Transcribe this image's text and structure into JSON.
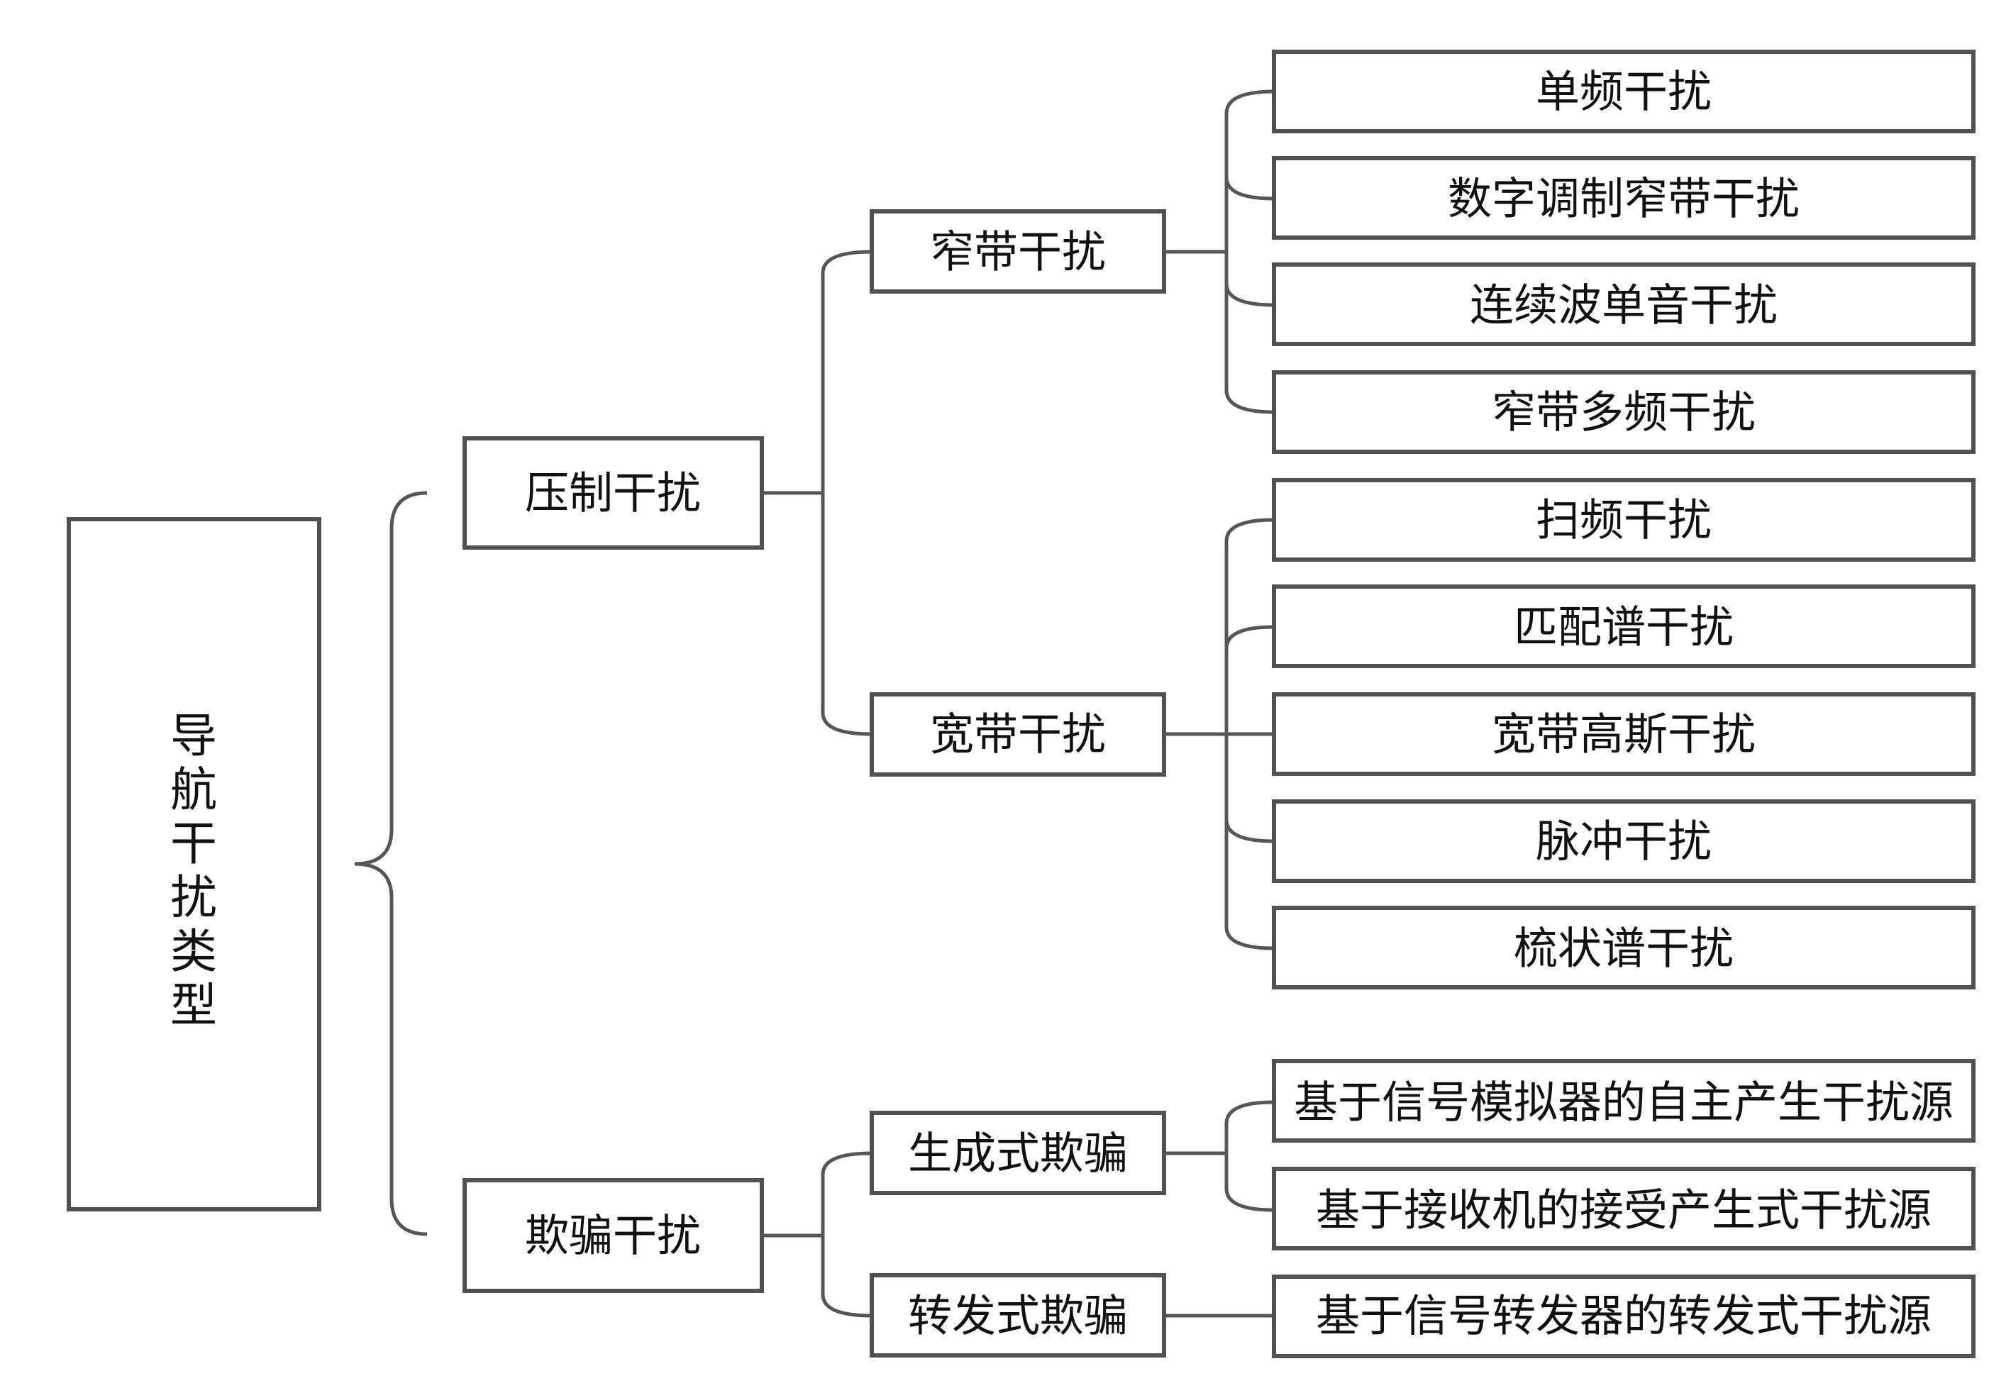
{
  "diagram": {
    "root": {
      "label": "导航干扰类型",
      "chars": [
        "导",
        "航",
        "干",
        "扰",
        "类",
        "型"
      ]
    },
    "suppression": {
      "label": "压制干扰",
      "narrowband": {
        "label": "窄带干扰",
        "items": [
          "单频干扰",
          "数字调制窄带干扰",
          "连续波单音干扰",
          "窄带多频干扰"
        ]
      },
      "wideband": {
        "label": "宽带干扰",
        "items": [
          "扫频干扰",
          "匹配谱干扰",
          "宽带高斯干扰",
          "脉冲干扰",
          "梳状谱干扰"
        ]
      }
    },
    "deception": {
      "label": "欺骗干扰",
      "generative": {
        "label": "生成式欺骗",
        "items": [
          "基于信号模拟器的自主产生干扰源",
          "基于接收机的接受产生式干扰源"
        ]
      },
      "repeater": {
        "label": "转发式欺骗",
        "items": [
          "基于信号转发器的转发式干扰源"
        ]
      }
    },
    "colors": {
      "stroke": "#555050",
      "text": "#111111",
      "background": "#ffffff"
    }
  }
}
